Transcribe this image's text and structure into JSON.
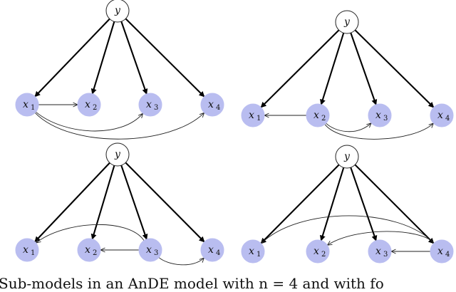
{
  "diagrams": [
    {
      "id": "top-left",
      "nodes": [
        {
          "id": "y",
          "label": "y",
          "sub": ""
        },
        {
          "id": "x1",
          "label": "x",
          "sub": "1"
        },
        {
          "id": "x2",
          "label": "x",
          "sub": "2"
        },
        {
          "id": "x3",
          "label": "x",
          "sub": "3"
        },
        {
          "id": "x4",
          "label": "x",
          "sub": "4"
        }
      ],
      "edges": [
        {
          "from": "y",
          "to": "x1",
          "type": "class"
        },
        {
          "from": "y",
          "to": "x2",
          "type": "class"
        },
        {
          "from": "y",
          "to": "x3",
          "type": "class"
        },
        {
          "from": "y",
          "to": "x4",
          "type": "class"
        },
        {
          "from": "x1",
          "to": "x2",
          "type": "dependency"
        },
        {
          "from": "x1",
          "to": "x3",
          "type": "dependency"
        },
        {
          "from": "x1",
          "to": "x4",
          "type": "dependency"
        }
      ]
    },
    {
      "id": "top-right",
      "nodes": [
        {
          "id": "y",
          "label": "y",
          "sub": ""
        },
        {
          "id": "x1",
          "label": "x",
          "sub": "1"
        },
        {
          "id": "x2",
          "label": "x",
          "sub": "2"
        },
        {
          "id": "x3",
          "label": "x",
          "sub": "3"
        },
        {
          "id": "x4",
          "label": "x",
          "sub": "4"
        }
      ],
      "edges": [
        {
          "from": "y",
          "to": "x1",
          "type": "class"
        },
        {
          "from": "y",
          "to": "x2",
          "type": "class"
        },
        {
          "from": "y",
          "to": "x3",
          "type": "class"
        },
        {
          "from": "y",
          "to": "x4",
          "type": "class"
        },
        {
          "from": "x2",
          "to": "x1",
          "type": "dependency"
        },
        {
          "from": "x2",
          "to": "x3",
          "type": "dependency"
        },
        {
          "from": "x2",
          "to": "x4",
          "type": "dependency"
        }
      ]
    },
    {
      "id": "bottom-left",
      "nodes": [
        {
          "id": "y",
          "label": "y",
          "sub": ""
        },
        {
          "id": "x1",
          "label": "x",
          "sub": "1"
        },
        {
          "id": "x2",
          "label": "x",
          "sub": "2"
        },
        {
          "id": "x3",
          "label": "x",
          "sub": "3"
        },
        {
          "id": "x4",
          "label": "x",
          "sub": "4"
        }
      ],
      "edges": [
        {
          "from": "y",
          "to": "x1",
          "type": "class"
        },
        {
          "from": "y",
          "to": "x2",
          "type": "class"
        },
        {
          "from": "y",
          "to": "x3",
          "type": "class"
        },
        {
          "from": "y",
          "to": "x4",
          "type": "class"
        },
        {
          "from": "x3",
          "to": "x1",
          "type": "dependency"
        },
        {
          "from": "x3",
          "to": "x2",
          "type": "dependency"
        },
        {
          "from": "x3",
          "to": "x4",
          "type": "dependency"
        }
      ]
    },
    {
      "id": "bottom-right",
      "nodes": [
        {
          "id": "y",
          "label": "y",
          "sub": ""
        },
        {
          "id": "x1",
          "label": "x",
          "sub": "1"
        },
        {
          "id": "x2",
          "label": "x",
          "sub": "2"
        },
        {
          "id": "x3",
          "label": "x",
          "sub": "3"
        },
        {
          "id": "x4",
          "label": "x",
          "sub": "4"
        }
      ],
      "edges": [
        {
          "from": "y",
          "to": "x1",
          "type": "class"
        },
        {
          "from": "y",
          "to": "x2",
          "type": "class"
        },
        {
          "from": "y",
          "to": "x3",
          "type": "class"
        },
        {
          "from": "y",
          "to": "x4",
          "type": "class"
        },
        {
          "from": "x4",
          "to": "x1",
          "type": "dependency"
        },
        {
          "from": "x4",
          "to": "x2",
          "type": "dependency"
        },
        {
          "from": "x4",
          "to": "x3",
          "type": "dependency"
        }
      ]
    }
  ],
  "caption": "Sub-models in an AnDE model with n = 4 and with fo"
}
